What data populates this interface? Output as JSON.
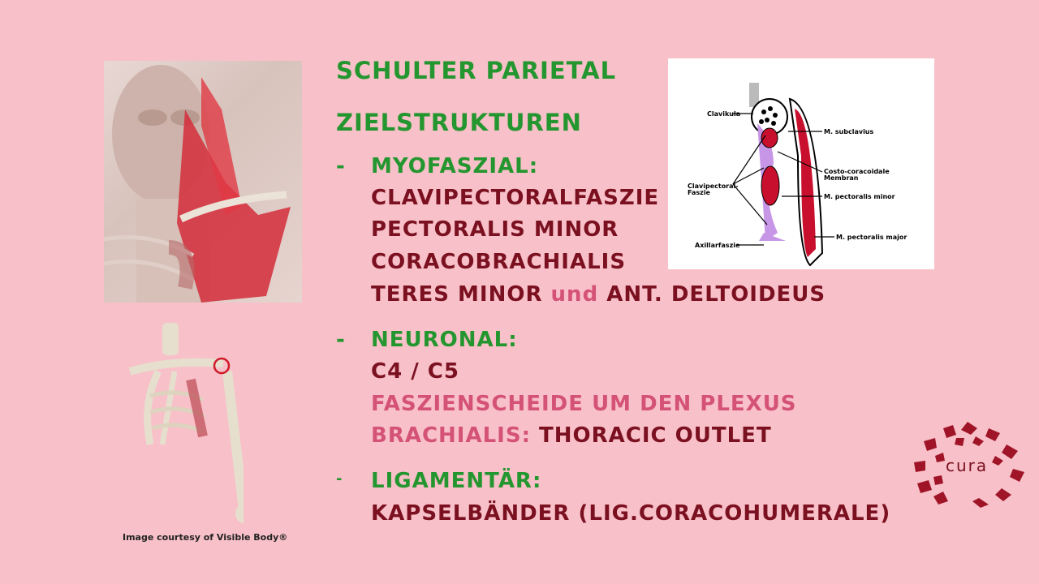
{
  "title": "SCHULTER PARIETAL",
  "subtitle": "ZIELSTRUKTUREN",
  "bullet_marker": "-",
  "myofaszial": {
    "heading": "MYOFASZIAL:",
    "items": [
      "CLAVIPECTORALFASZIE",
      "PECTORALIS MINOR",
      "CORACOBRACHIALIS"
    ],
    "last_part1": "TERES MINOR",
    "last_connector": "und",
    "last_part2": "ANT. DELTOIDEUS"
  },
  "neuronal": {
    "heading": "NEURONAL:",
    "line1": "C4 / C5",
    "line2": "FASZIENSCHEIDE UM DEN PLEXUS",
    "line3_pink": "BRACHIALIS:",
    "line3_dark": "THORACIC OUTLET"
  },
  "ligamentar": {
    "heading": "LIGAMENTÄR:",
    "line1": "KAPSELBÄNDER (LIG.CORACOHUMERALE)"
  },
  "image_credit": "Image courtesy of Visible Body®",
  "diagram": {
    "labels": {
      "clavikula": "Clavikula",
      "subclavius": "M. subclavius",
      "costo1": "Costo-coracoidale",
      "costo2": "Membran",
      "clavipectoral1": "Clavipectoral-",
      "clavipectoral2": "Faszie",
      "pect_minor": "M. pectoralis minor",
      "pect_major": "M. pectoralis major",
      "axillar": "Axillarfaszie"
    }
  },
  "logo_text": "cura",
  "colors": {
    "background": "#f8c0c8",
    "green": "#24962f",
    "dark_red": "#7a1020",
    "pink": "#d45276"
  }
}
